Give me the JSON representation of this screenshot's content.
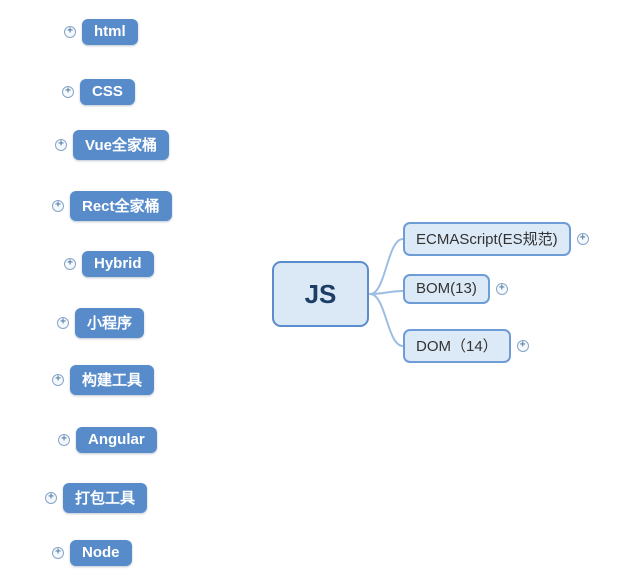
{
  "colors": {
    "branch_fill": "#578bca",
    "branch_text": "#ffffff",
    "topic_fill": "#dce9f7",
    "topic_border": "#6d9cd6",
    "topic_text": "#333333",
    "root_text": "#1c3e66",
    "connector": "#9dbde2",
    "expander_border": "#87a5c6",
    "expander_plus": "#5e82ab"
  },
  "left_branches": [
    {
      "label": "html"
    },
    {
      "label": "CSS"
    },
    {
      "label": "Vue全家桶"
    },
    {
      "label": "Rect全家桶"
    },
    {
      "label": "Hybrid"
    },
    {
      "label": "小程序"
    },
    {
      "label": "构建工具"
    },
    {
      "label": "Angular"
    },
    {
      "label": "打包工具"
    },
    {
      "label": "Node"
    }
  ],
  "js_subtree": {
    "root": {
      "label": "JS"
    },
    "children": [
      {
        "label": "ECMAScript(ES规范)"
      },
      {
        "label": "BOM(13)"
      },
      {
        "label": "DOM（14）"
      }
    ]
  }
}
